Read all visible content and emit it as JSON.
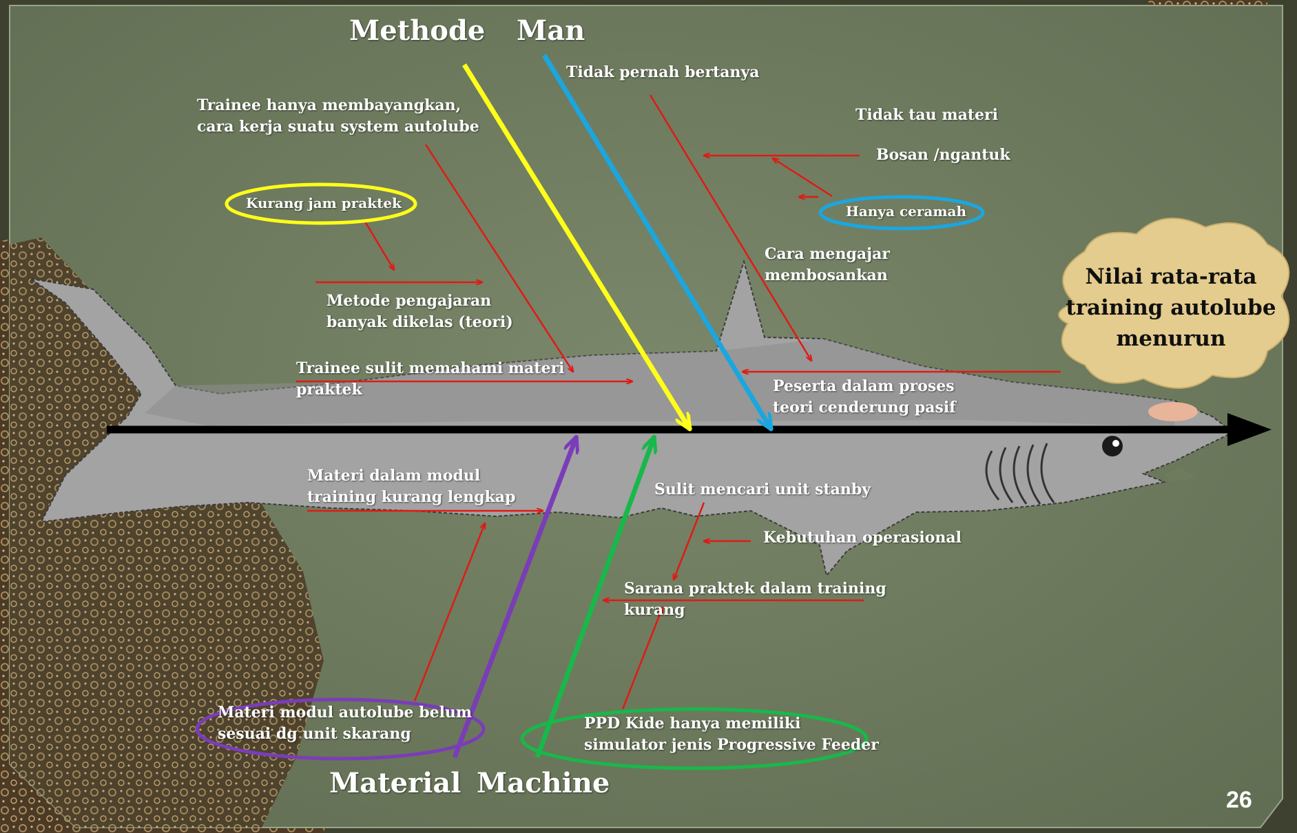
{
  "categories": {
    "methode": "Methode",
    "man": "Man",
    "material": "Material",
    "machine": "Machine"
  },
  "effect": {
    "lines": [
      "Nilai rata-rata",
      "training autolube",
      "menurun"
    ]
  },
  "causes": {
    "man": {
      "tidak_pernah_bertanya": "Tidak pernah bertanya",
      "tidak_tau_materi": "Tidak tau materi",
      "bosan_ngantuk": "Bosan /ngantuk",
      "hanya_ceramah": "Hanya ceramah",
      "cara_mengajar": [
        "Cara mengajar",
        "membosankan"
      ],
      "peserta_pasif": [
        "Peserta dalam  proses",
        "teori cenderung pasif"
      ]
    },
    "methode": {
      "trainee_membayangkan": [
        "Trainee hanya membayangkan,",
        "cara kerja suatu system autolube"
      ],
      "kurang_jam_praktek": "Kurang  jam praktek",
      "metode_pengajaran": [
        "Metode pengajaran",
        "banyak dikelas (teori)"
      ],
      "trainee_sulit": [
        "Trainee sulit memahami materi",
        "praktek"
      ]
    },
    "material": {
      "materi_modul_kurang": [
        "Materi  dalam modul",
        "training  kurang lengkap"
      ],
      "materi_modul_belum": [
        "Materi modul autolube  belum",
        "sesuai dg unit skarang"
      ]
    },
    "machine": {
      "sulit_unit_stanby": "Sulit mencari unit stanby",
      "kebutuhan_operasional": "Kebutuhan operasional",
      "sarana_praktek": [
        "Sarana praktek dalam training",
        "kurang"
      ],
      "ppd_kide": [
        "PPD Kide hanya memiliki",
        "simulator jenis Progressive Feeder"
      ]
    }
  },
  "page_number": "26",
  "colors": {
    "board": "#6f7b5d",
    "methode_arrow": "#ffff1a",
    "man_arrow": "#1aa7e0",
    "material_arrow": "#7a3db8",
    "machine_arrow": "#18b84a",
    "cause_arrow": "#e01a14",
    "spine": "#000000",
    "shark": "#a3a3a3",
    "cloud": "#e4cc8e"
  }
}
